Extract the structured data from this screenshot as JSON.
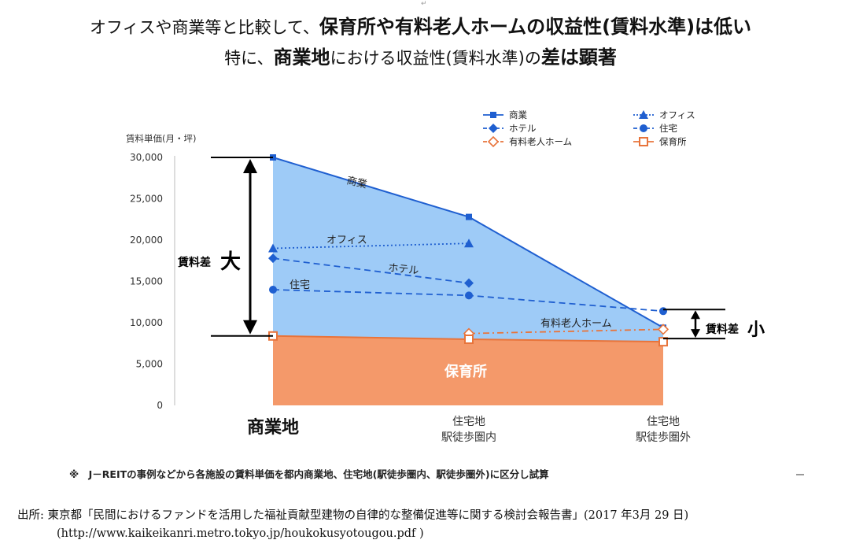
{
  "header": {
    "line1_a": "オフィスや商業等と比較して、",
    "line1_b": "保育所や有料老人ホームの収益性(賃料水準)は低い",
    "line2_a": "特に、",
    "line2_b": "商業地",
    "line2_c": "における収益性(賃料水準)の",
    "line2_d": "差は顕著",
    "paragraph_mark": "↵"
  },
  "chart_data": {
    "type": "area",
    "ylabel": "賃料単価(月・坪)",
    "ylim": [
      0,
      30000
    ],
    "yticks": [
      "0",
      "5,000",
      "10,000",
      "15,000",
      "20,000",
      "25,000",
      "30,000"
    ],
    "ytick_values": [
      0,
      5000,
      10000,
      15000,
      20000,
      25000,
      30000
    ],
    "x_categories": [
      {
        "label": "商業地",
        "label2": ""
      },
      {
        "label": "住宅地",
        "label2": "駅徒歩圏内"
      },
      {
        "label": "住宅地",
        "label2": "駅徒歩圏外"
      }
    ],
    "series": [
      {
        "name": "商業",
        "values": [
          30000,
          22800,
          9400
        ],
        "color": "#1f5fd0",
        "style": "solid",
        "marker": "square",
        "label": "商業"
      },
      {
        "name": "オフィス",
        "values": [
          19000,
          19600,
          null
        ],
        "color": "#1f5fd0",
        "style": "dotted",
        "marker": "triangle",
        "label": "オフィス"
      },
      {
        "name": "ホテル",
        "values": [
          17800,
          14800,
          null
        ],
        "color": "#1f5fd0",
        "style": "dashed",
        "marker": "diamond",
        "label": "ホテル"
      },
      {
        "name": "住宅",
        "values": [
          14000,
          13300,
          11400
        ],
        "color": "#1f5fd0",
        "style": "dashed",
        "marker": "circle",
        "label": "住宅"
      },
      {
        "name": "有料老人ホーム",
        "values": [
          null,
          8700,
          9200
        ],
        "color": "#e8743b",
        "style": "dashdot",
        "marker": "diamond-open",
        "label": "有料老人ホーム"
      },
      {
        "name": "保育所",
        "values": [
          8400,
          8000,
          7700
        ],
        "color": "#e8743b",
        "style": "solid",
        "marker": "square-open",
        "label": "保育所"
      }
    ],
    "area_upper_color": "#9ecbf7",
    "area_lower_color": "#f4996a",
    "annotations": {
      "big_gap_label": "賃料差",
      "big_gap_char": "大",
      "small_gap_label": "賃料差",
      "small_gap_char": "小"
    },
    "legend_position": "top-right",
    "grid": false
  },
  "footer": {
    "note": "※　J－REITの事例などから各施設の賃料単価を都内商業地、住宅地(駅徒歩圏内、駅徒歩圏外)に区分し試算",
    "source_line1": "出所: 東京都「民間におけるファンドを活用した福祉貢献型建物の自律的な整備促進等に関する検討会報告書」(2017 年3月 29 日)",
    "source_line2": "(http://www.kaikeikanri.metro.tokyo.jp/houkokusyotougou.pdf )"
  }
}
